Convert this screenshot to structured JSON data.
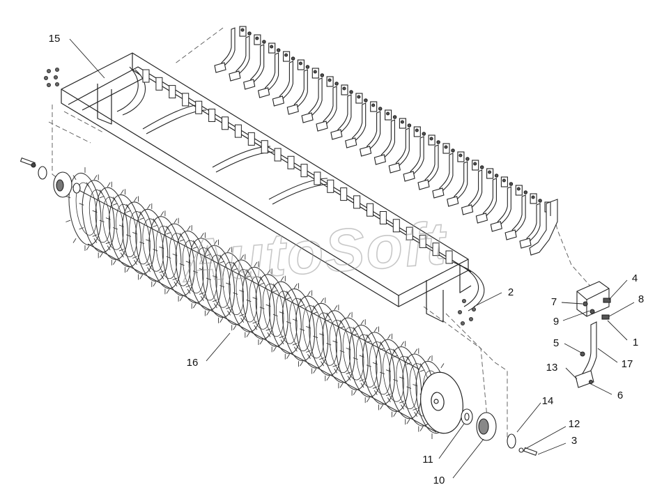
{
  "diagram": {
    "watermark": "AutoSoft",
    "callouts": [
      {
        "id": "15",
        "label": "15"
      },
      {
        "id": "2",
        "label": "2"
      },
      {
        "id": "4",
        "label": "4"
      },
      {
        "id": "7",
        "label": "7"
      },
      {
        "id": "8",
        "label": "8"
      },
      {
        "id": "9",
        "label": "9"
      },
      {
        "id": "1",
        "label": "1"
      },
      {
        "id": "5",
        "label": "5"
      },
      {
        "id": "17",
        "label": "17"
      },
      {
        "id": "13",
        "label": "13"
      },
      {
        "id": "6",
        "label": "6"
      },
      {
        "id": "16",
        "label": "16"
      },
      {
        "id": "14",
        "label": "14"
      },
      {
        "id": "12",
        "label": "12"
      },
      {
        "id": "3",
        "label": "3"
      },
      {
        "id": "11",
        "label": "11"
      },
      {
        "id": "10",
        "label": "10"
      }
    ]
  }
}
